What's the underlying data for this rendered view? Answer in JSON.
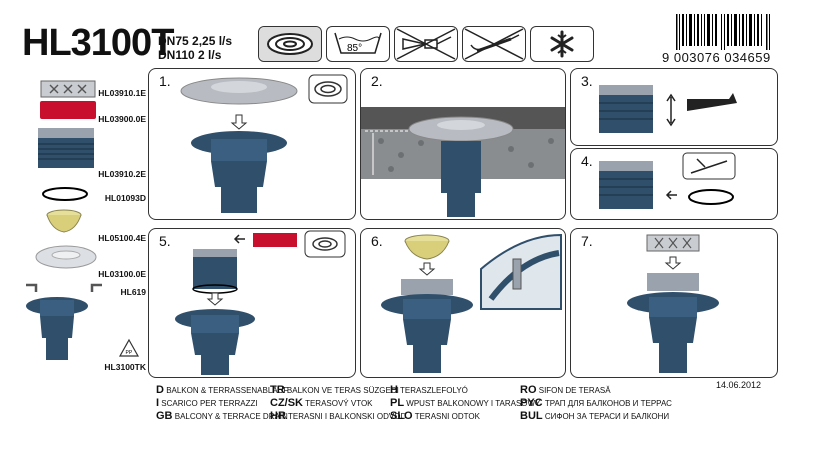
{
  "title": "HL3100T",
  "flow_rates": [
    "DN75   2,25 l/s",
    "DN110 2 l/s"
  ],
  "pictograms": [
    "flat-membrane-icon",
    "temperature-85-icon",
    "no-hose-icon",
    "no-hose-cross-icon",
    "frost-icon"
  ],
  "temperature_label": "85°",
  "barcode_number": "9  003076  034659",
  "parts": [
    {
      "code": "HL03910.1E"
    },
    {
      "code": "HL03900.0E"
    },
    {
      "code": "HL03910.2E"
    },
    {
      "code": "HL01093D"
    },
    {
      "code": "HL05100.4E"
    },
    {
      "code": "HL03100.0E"
    },
    {
      "code": "HL619"
    },
    {
      "code": "HL3100TK"
    }
  ],
  "recycle_mark": "PP",
  "steps": [
    "1.",
    "2.",
    "3.",
    "4.",
    "5.",
    "6.",
    "7."
  ],
  "date": "14.06.2012",
  "legend": [
    {
      "code": "D",
      "text": "BALKON & TERRASSENABLAUF"
    },
    {
      "code": "I",
      "text": "SCARICO PER TERRAZZI"
    },
    {
      "code": "GB",
      "text": "BALCONY & TERRACE DRAIN"
    },
    {
      "code": "TR",
      "text": "BALKON VE TERAS SÜZGECI"
    },
    {
      "code": "CZ/SK",
      "text": "TERASOVÝ VTOK"
    },
    {
      "code": "HR",
      "text": "TERASNI I BALKONSKI ODVOD"
    },
    {
      "code": "H",
      "text": "TERASZLEFOLYÓ"
    },
    {
      "code": "PL",
      "text": "WPUST BALKONOWY I TARASOWY"
    },
    {
      "code": "SLO",
      "text": "TERASNI ODTOK"
    },
    {
      "code": "RO",
      "text": "SIFON DE TERASĂ"
    },
    {
      "code": "PYC",
      "text": "ТРАП ДЛЯ БАЛКОНОВ И ТЕРРАС"
    },
    {
      "code": "BUL",
      "text": "СИФОН ЗА ТЕРАСИ И БАЛКОНИ"
    }
  ],
  "colors": {
    "drain_blue": "#2f4f6b",
    "red_insert": "#c8102e",
    "membrane_grey": "#b8bcc2",
    "filter_yellow": "#d9cf7a"
  }
}
